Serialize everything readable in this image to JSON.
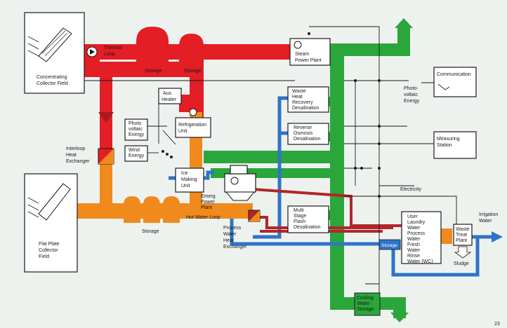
{
  "colors": {
    "thermal_loop": "#e31e24",
    "hot_water_loop": "#f08a1c",
    "cooling_water": "#2aa63b",
    "process_water": "#2e74c9",
    "return_loop": "#b2262a",
    "background": "#eef2ef"
  },
  "labels": {
    "concentrating_collector_field": [
      "Concentrating",
      "Collector Field"
    ],
    "thermal_loop": [
      "Thermal",
      "Loop"
    ],
    "storage_1": "Storage",
    "storage_2": "Storage",
    "steam_power_plant": [
      "Steam",
      "Power Plant"
    ],
    "aux_heater": [
      "Aux.",
      "Heater"
    ],
    "refrigeration_unit": [
      "Refrigeration",
      "Unit"
    ],
    "waste_heat_recovery": [
      "Waste",
      "Heat",
      "Recovery",
      "Desalination"
    ],
    "reverse_osmosis": [
      "Reverse",
      "Osmosis",
      "Desalination"
    ],
    "communication": "Communication",
    "photovoltaic_energy_right": [
      "Photo-",
      "voltaic",
      "Energy"
    ],
    "photovoltaic_energy_left": [
      "Photo",
      "voltaic",
      "Energy"
    ],
    "wind_energy": [
      "Wind",
      "Energy"
    ],
    "measuring_station": [
      "Measuring",
      "Station"
    ],
    "interloop_heat_exchanger": [
      "Interloop",
      "Heat",
      "Exchanger"
    ],
    "ice_making_unit": [
      "Ice",
      "Making",
      "Unit"
    ],
    "emerg_power_plant": [
      "Emerg",
      "Power",
      "Plant"
    ],
    "electricity": "Electricity",
    "flat_plate_collector_field": [
      "Flat Plate",
      "Collector",
      "Field"
    ],
    "storage_3": "Storage",
    "hot_water_loop": "Hot Water Loop",
    "process_water_heat_exchanger": [
      "Process",
      "Water",
      "Heat",
      "Exchanger"
    ],
    "multi_stage_flash": [
      "Multi",
      "Stage",
      "Flash",
      "Desalination"
    ],
    "user_list": [
      "User",
      "Laundry",
      "Water",
      "Process",
      "Water",
      "Fresh",
      "Water",
      "Rinse",
      "Water (WC)"
    ],
    "waste_treat_plant": [
      "Waste",
      "Treat",
      "Plant"
    ],
    "irrigation_water": [
      "Irrigation",
      "Water"
    ],
    "sludge": "Sludge",
    "storage_blue": "Storage",
    "cooling_water_storage": [
      "Cooling",
      "Water",
      "Storage"
    ],
    "page_number": "23"
  }
}
